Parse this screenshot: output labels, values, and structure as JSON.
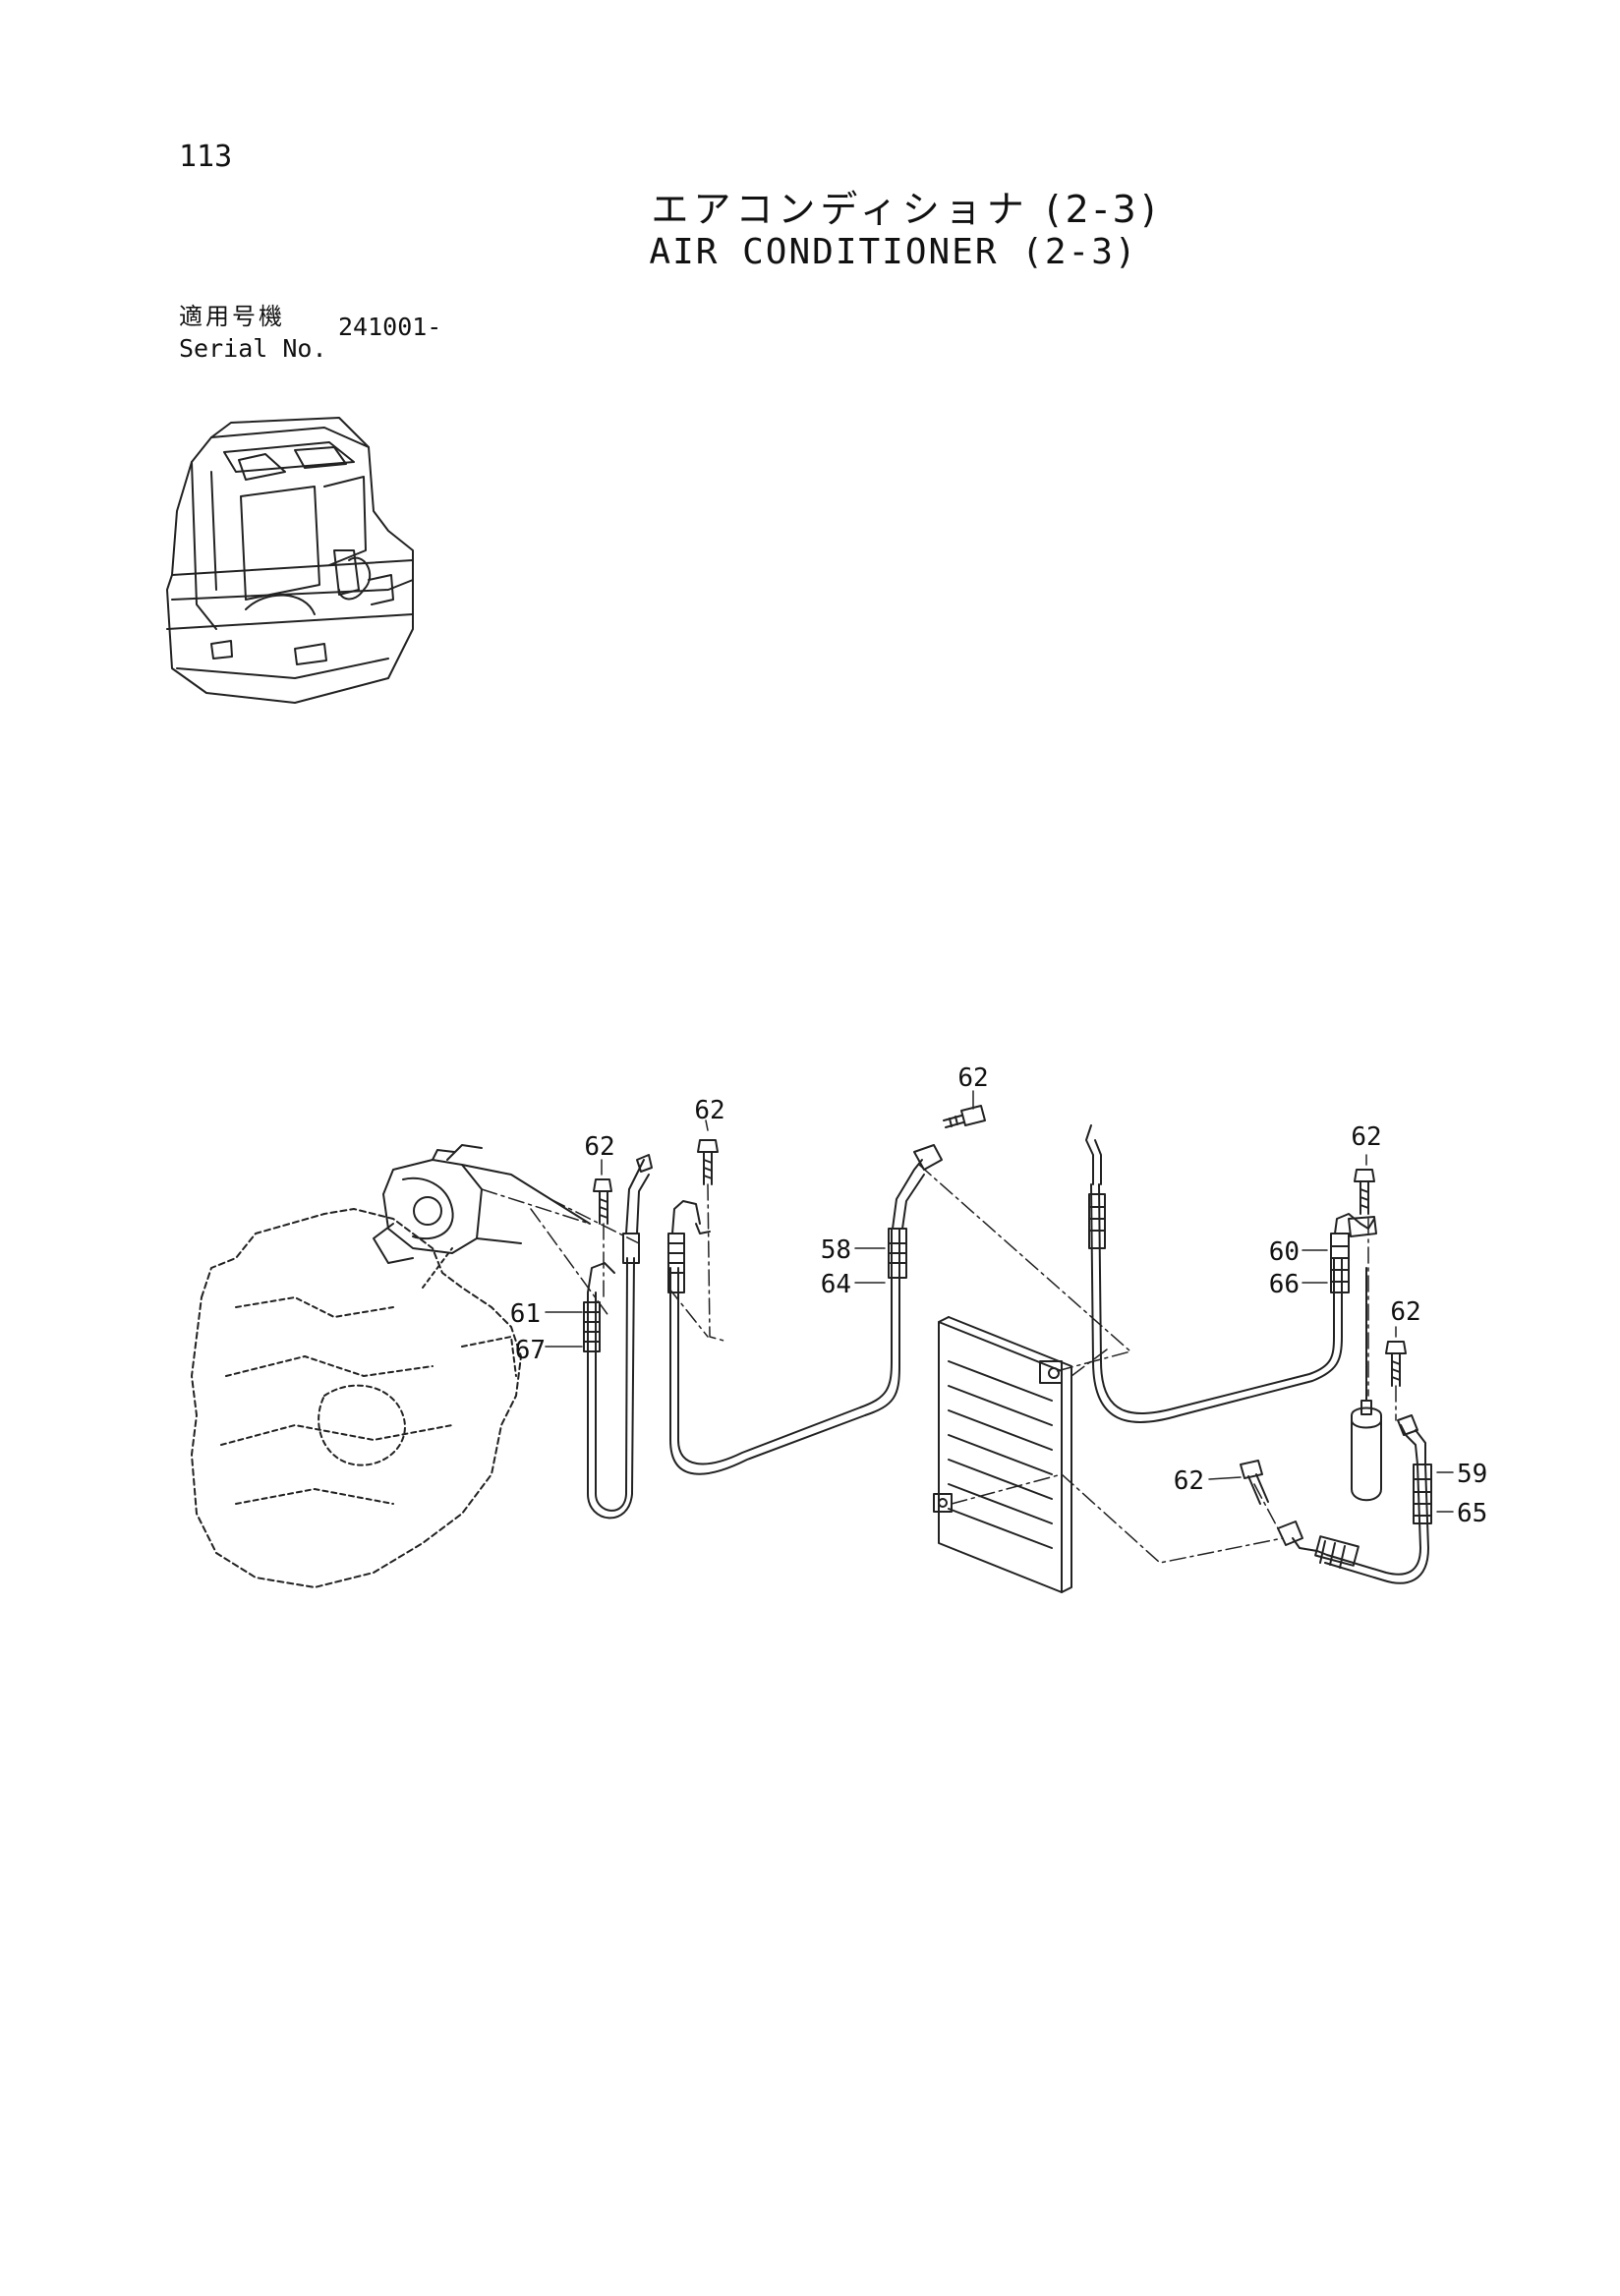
{
  "header": {
    "page_number": "113",
    "title_jp": "エアコンディショナ (2-3)",
    "title_en": "AIR CONDITIONER (2-3)",
    "serial_label_jp": "適用号機",
    "serial_label_en": "Serial No.",
    "serial_value": "241001-"
  },
  "callouts": [
    {
      "id": "c62a",
      "text": "62"
    },
    {
      "id": "c62b",
      "text": "62"
    },
    {
      "id": "c62c",
      "text": "62"
    },
    {
      "id": "c62d",
      "text": "62"
    },
    {
      "id": "c62e",
      "text": "62"
    },
    {
      "id": "c62f",
      "text": "62"
    },
    {
      "id": "c58",
      "text": "58"
    },
    {
      "id": "c64",
      "text": "64"
    },
    {
      "id": "c60",
      "text": "60"
    },
    {
      "id": "c66",
      "text": "66"
    },
    {
      "id": "c61",
      "text": "61"
    },
    {
      "id": "c67",
      "text": "67"
    },
    {
      "id": "c59",
      "text": "59"
    },
    {
      "id": "c65",
      "text": "65"
    }
  ]
}
